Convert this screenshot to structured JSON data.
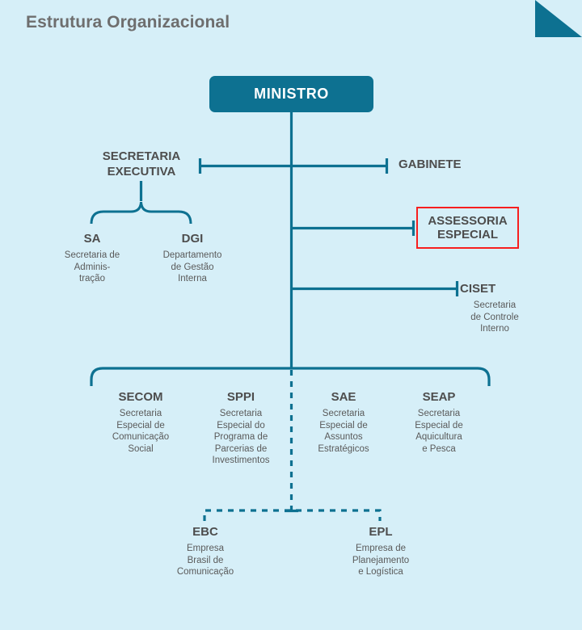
{
  "header": {
    "title": "Estrutura Organizacional",
    "corner_icon": "corner-triangle-decoration"
  },
  "colors": {
    "background": "#d6eff8",
    "line": "#0d7191",
    "box_fill": "#0d7191",
    "box_text": "#ffffff",
    "title_text": "#6e6e6e",
    "node_text": "#4d4d4d",
    "desc_text": "#5a5a5a",
    "highlight_border": "#f71f1f"
  },
  "chart_data": {
    "type": "diagram",
    "title": "Estrutura Organizacional",
    "root": "MINISTRO",
    "nodes": [
      {
        "id": "ministro",
        "code": "MINISTRO",
        "desc": "",
        "style": "filled-box"
      },
      {
        "id": "secex",
        "code": "SECRETARIA\nEXECUTIVA",
        "desc": "",
        "style": "plain"
      },
      {
        "id": "gabinete",
        "code": "GABINETE",
        "desc": "",
        "style": "plain"
      },
      {
        "id": "assessoria",
        "code": "ASSESSORIA\nESPECIAL",
        "desc": "",
        "style": "red-outline"
      },
      {
        "id": "ciset",
        "code": "CISET",
        "desc": "Secretaria\nde Controle\nInterno",
        "style": "plain"
      },
      {
        "id": "sa",
        "code": "SA",
        "desc": "Secretaria de\nAdminis-\ntração",
        "style": "plain"
      },
      {
        "id": "dgi",
        "code": "DGI",
        "desc": "Departamento\nde Gestão\nInterna",
        "style": "plain"
      },
      {
        "id": "secom",
        "code": "SECOM",
        "desc": "Secretaria\nEspecial de\nComunicação\nSocial",
        "style": "plain"
      },
      {
        "id": "sppi",
        "code": "SPPI",
        "desc": "Secretaria\nEspecial do\nPrograma de\nParcerias de\nInvestimentos",
        "style": "plain"
      },
      {
        "id": "sae",
        "code": "SAE",
        "desc": "Secretaria\nEspecial de\nAssuntos\nEstratégicos",
        "style": "plain"
      },
      {
        "id": "seap",
        "code": "SEAP",
        "desc": "Secretaria\nEspecial de\nAquicultura\ne Pesca",
        "style": "plain"
      },
      {
        "id": "ebc",
        "code": "EBC",
        "desc": "Empresa\nBrasil de\nComunicação",
        "style": "plain"
      },
      {
        "id": "epl",
        "code": "EPL",
        "desc": "Empresa de\nPlanejamento\ne Logística",
        "style": "plain"
      }
    ],
    "edges": [
      {
        "from": "ministro",
        "to": "secex",
        "line": "solid"
      },
      {
        "from": "ministro",
        "to": "gabinete",
        "line": "solid"
      },
      {
        "from": "ministro",
        "to": "assessoria",
        "line": "solid"
      },
      {
        "from": "ministro",
        "to": "ciset",
        "line": "solid"
      },
      {
        "from": "secex",
        "to": "sa",
        "line": "solid"
      },
      {
        "from": "secex",
        "to": "dgi",
        "line": "solid"
      },
      {
        "from": "ministro",
        "to": "secom",
        "line": "solid"
      },
      {
        "from": "ministro",
        "to": "sppi",
        "line": "solid"
      },
      {
        "from": "ministro",
        "to": "sae",
        "line": "solid"
      },
      {
        "from": "ministro",
        "to": "seap",
        "line": "solid"
      },
      {
        "from": "ministro",
        "to": "ebc",
        "line": "dashed"
      },
      {
        "from": "ministro",
        "to": "epl",
        "line": "dashed"
      }
    ]
  },
  "nodes": {
    "ministro": {
      "code": "MINISTRO"
    },
    "secex": {
      "code": "SECRETARIA\nEXECUTIVA"
    },
    "gabinete": {
      "code": "GABINETE"
    },
    "assessoria": {
      "code": "ASSESSORIA\nESPECIAL"
    },
    "ciset": {
      "code": "CISET",
      "desc": "Secretaria\nde Controle\nInterno"
    },
    "sa": {
      "code": "SA",
      "desc": "Secretaria de\nAdminis-\ntração"
    },
    "dgi": {
      "code": "DGI",
      "desc": "Departamento\nde Gestão\nInterna"
    },
    "secom": {
      "code": "SECOM",
      "desc": "Secretaria\nEspecial de\nComunicação\nSocial"
    },
    "sppi": {
      "code": "SPPI",
      "desc": "Secretaria\nEspecial do\nPrograma de\nParcerias de\nInvestimentos"
    },
    "sae": {
      "code": "SAE",
      "desc": "Secretaria\nEspecial de\nAssuntos\nEstratégicos"
    },
    "seap": {
      "code": "SEAP",
      "desc": "Secretaria\nEspecial de\nAquicultura\ne Pesca"
    },
    "ebc": {
      "code": "EBC",
      "desc": "Empresa\nBrasil de\nComunicação"
    },
    "epl": {
      "code": "EPL",
      "desc": "Empresa de\nPlanejamento\ne Logística"
    }
  }
}
